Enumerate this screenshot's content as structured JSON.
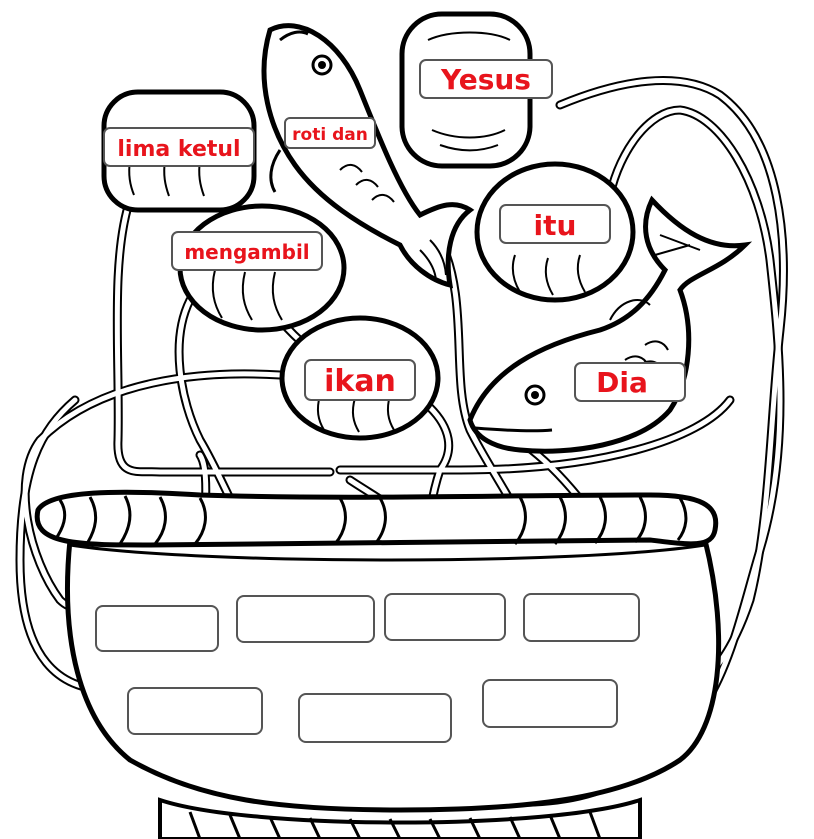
{
  "colors": {
    "label_text": "#e8141c",
    "ink": "#000000",
    "paper": "#ffffff",
    "box_stroke": "#555555"
  },
  "words": {
    "yesus": "Yesus",
    "lima_ketul": "lima ketul",
    "roti_dan": "roti dan",
    "itu": "itu",
    "mengambil": "mengambil",
    "ikan": "ikan",
    "dia": "Dia"
  },
  "answer_boxes": [
    "",
    "",
    "",
    "",
    "",
    "",
    ""
  ],
  "icons": [
    "bread-loaf-icon",
    "fish-icon",
    "basket-icon"
  ]
}
